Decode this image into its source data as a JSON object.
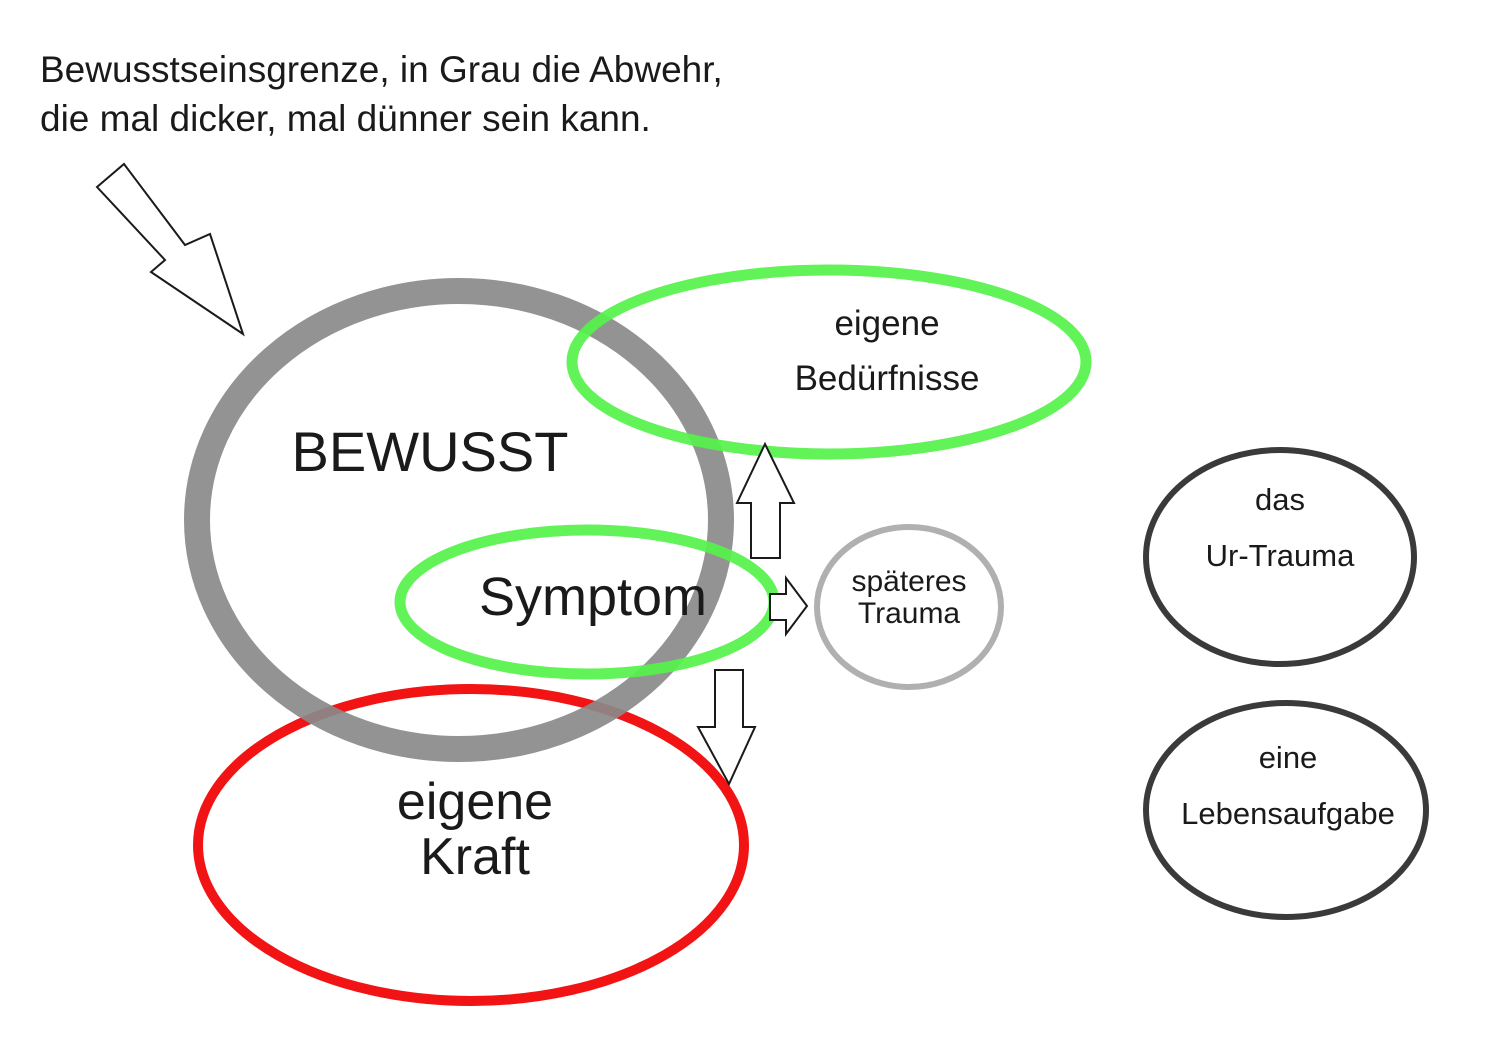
{
  "header": {
    "line1": "Bewusstseinsgrenze, in Grau die Abwehr,",
    "line2": "die mal dicker, mal dünner sein kann."
  },
  "labels": {
    "bewusst": "BEWUSST",
    "symptom": "Symptom",
    "beduerfnisse_line1": "eigene",
    "beduerfnisse_line2": "Bedürfnisse",
    "kraft_line1": "eigene",
    "kraft_line2": "Kraft",
    "trauma_line1": "späteres",
    "trauma_line2": "Trauma",
    "urtrauma_line1": "das",
    "urtrauma_line2": "Ur-Trauma",
    "lebensaufgabe_line1": "eine",
    "lebensaufgabe_line2": "Lebensaufgabe"
  },
  "colors": {
    "defense_gray": "#8a8a8a",
    "green": "#55f24a",
    "red": "#f21414",
    "light_gray": "#b0b0b0",
    "dark": "#3a3a3a",
    "text": "#1a1a1a"
  }
}
